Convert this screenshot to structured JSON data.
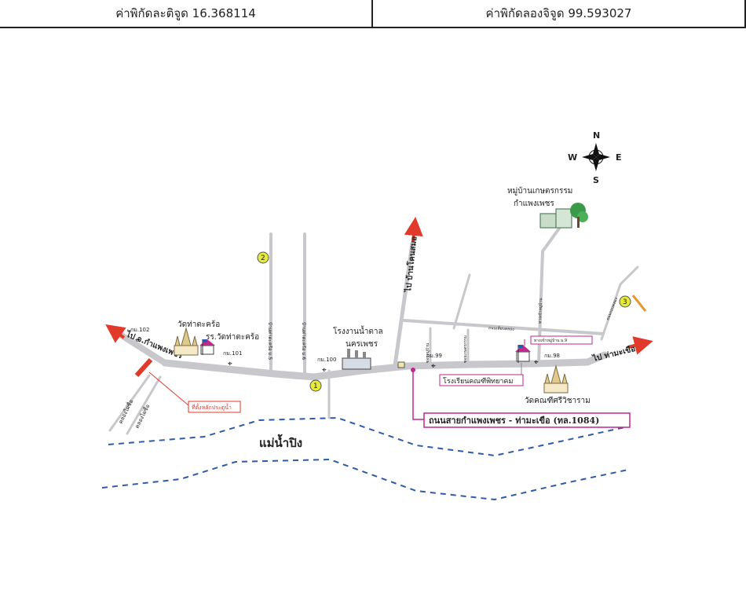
{
  "header": {
    "latitude_label": "ค่าพิกัดละติจูด 16.368114",
    "longitude_label": "ค่าพิกัดลองจิจูด 99.593027"
  },
  "compass": {
    "north": "N",
    "south": "S",
    "east": "E",
    "west": "W"
  },
  "places": {
    "village": "หมู่บ้านเกษตรกรรม",
    "village_sub": "กำแพงเพชร",
    "sugar_factory": "โรงงานน้ำตาล",
    "sugar_factory_sub": "นครเพชร",
    "temple_thakhawat": "วัดท่าตะคร้อ",
    "school_thakhawat": "รร.วัดท่าตะคร้อ",
    "school_phitthayakhom": "โรงเรียนคณฑีพิทยาคม",
    "temple_sriwichai": "วัดคณฑีศรีวิชาราม",
    "river": "แม่น้ำปิง",
    "road_name": "ถนนสายกำแพงเพชร - ท่ามะเขือ (ทล.1084)",
    "location_marker": "ที่ตั้งหลักประตูน้ำ"
  },
  "directions": {
    "to_kamphaeng": "ไป จ.กำแพงเพชร",
    "to_ban_khlong": "ไป บ้านโคนสมอ",
    "to_thamakhuea": "ไป ท่ามะเขือ"
  },
  "kilometers": {
    "km102": "กม.102",
    "km101": "กม.101",
    "km100": "กม.100",
    "km99": "กม.99",
    "km98": "กม.98"
  },
  "markers": {
    "m1": "1",
    "m2": "2",
    "m3": "3"
  },
  "side_roads": {
    "soi_a": "บ้านท่าตะคร้อ ม.5",
    "soi_b": "บ้านท่าตะคร้อ ม.6",
    "soi_c": "ทางหลวงชนบท",
    "soi_d": "ซอยหมู่บ้าน",
    "soi_e": "ซอยเกษตรกรรม",
    "soi_f": "ถนนเลียบคลอง",
    "soi_g": "ทางเข้าหมู่บ้าน",
    "soi_h": "ทางเข้าหมู่บ้าน ม.9",
    "soi_i": "ถนนรอบคลอง",
    "soi_j": "คลองไผ่ซื่อ",
    "soi_k": "คลองไผ่ซื่อ"
  },
  "colors": {
    "road": "#c8c8cc",
    "arrow": "#e23a2a",
    "river_line": "#2f5aa8",
    "pink": "#c2268f",
    "marker_fill": "#e6ea38",
    "village_green": "#3a9a4a"
  }
}
